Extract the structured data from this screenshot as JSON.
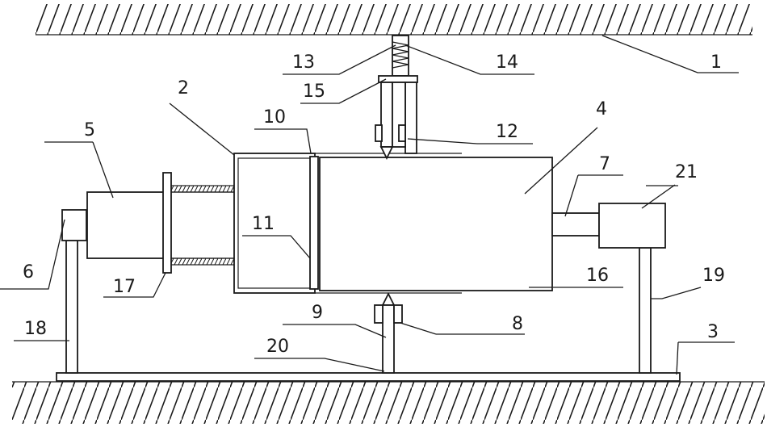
{
  "figure": {
    "labels": {
      "n1": "1",
      "n2": "2",
      "n3": "3",
      "n4": "4",
      "n5": "5",
      "n6": "6",
      "n7": "7",
      "n8": "8",
      "n9": "9",
      "n10": "10",
      "n11": "11",
      "n12": "12",
      "n13": "13",
      "n14": "14",
      "n15": "15",
      "n16": "16",
      "n17": "17",
      "n18": "18",
      "n19": "19",
      "n20": "20",
      "n21": "21"
    }
  },
  "colors": {
    "line": "#1a1a1a",
    "background": "#ffffff"
  }
}
